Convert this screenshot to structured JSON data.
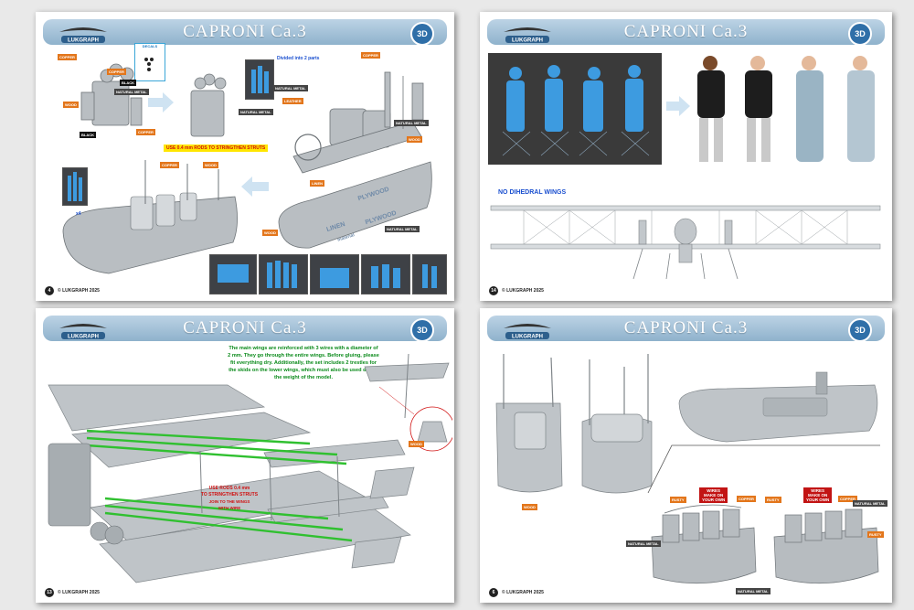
{
  "pages": [
    {
      "title": "CAPRONI Ca.3",
      "page_number": "4",
      "footer": "© LUKGRAPH 2025",
      "decal_label": "DECALS",
      "decal_numbers": [
        "1",
        "2",
        "3",
        "4"
      ],
      "divided_note": "Divided into 2 parts",
      "use_rods_note": "USE 0.4 mm RODS TO STRINGTHEN STRUTS",
      "x4_label": "x4",
      "plywood_label": "PLYWOOD",
      "material_label": "material",
      "linen_label": "LINEN",
      "tags": {
        "copper": "COPPER",
        "black": "BLACK",
        "natural_metal": "NATURAL METAL",
        "wood": "WOOD",
        "leather": "LEATHER",
        "linen": "LINEN"
      }
    },
    {
      "title": "CAPRONI Ca.3",
      "page_number": "14",
      "footer": "© LUKGRAPH 2025",
      "dihedral_note": "NO DIHEDRAL WINGS"
    },
    {
      "title": "CAPRONI Ca.3",
      "page_number": "13",
      "footer": "© LUKGRAPH 2025",
      "wing_note_lines": [
        "The main wings are reinforced with 3 wires with a diameter of",
        "2 mm. They go through the entire wings. Before gluing, please",
        "fit everything dry. Additionally, the set includes 2 trestles for",
        "the skids on the lower wings, which must also be used due to",
        "the weight of the model."
      ],
      "rods_note_lines": [
        "USE RODS 0.4 mm",
        "TO STRINGTHEN STRUTS",
        "JOIN TO THE WINGS",
        "WITH WIRE"
      ],
      "wood_tag": "WOOD"
    },
    {
      "title": "CAPRONI Ca.3",
      "page_number": "6",
      "footer": "© LUKGRAPH 2025",
      "wires_note_lines": [
        "WIRES",
        "MAKE ON",
        "YOUR OWN"
      ],
      "tags": {
        "rusty": "RUSTY",
        "copper": "COPPER",
        "natural_metal": "NATURAL METAL",
        "wood": "WOOD"
      }
    }
  ],
  "colors": {
    "header_blue": "#9dbcd4",
    "tag_orange": "#e3761b",
    "note_yellow": "#ffe600",
    "note_red": "#d01010",
    "note_green": "#0a8a1a",
    "note_blue": "#1a4fcf",
    "model_gray": "#b9bec2",
    "print_blue": "#3d9be0"
  }
}
